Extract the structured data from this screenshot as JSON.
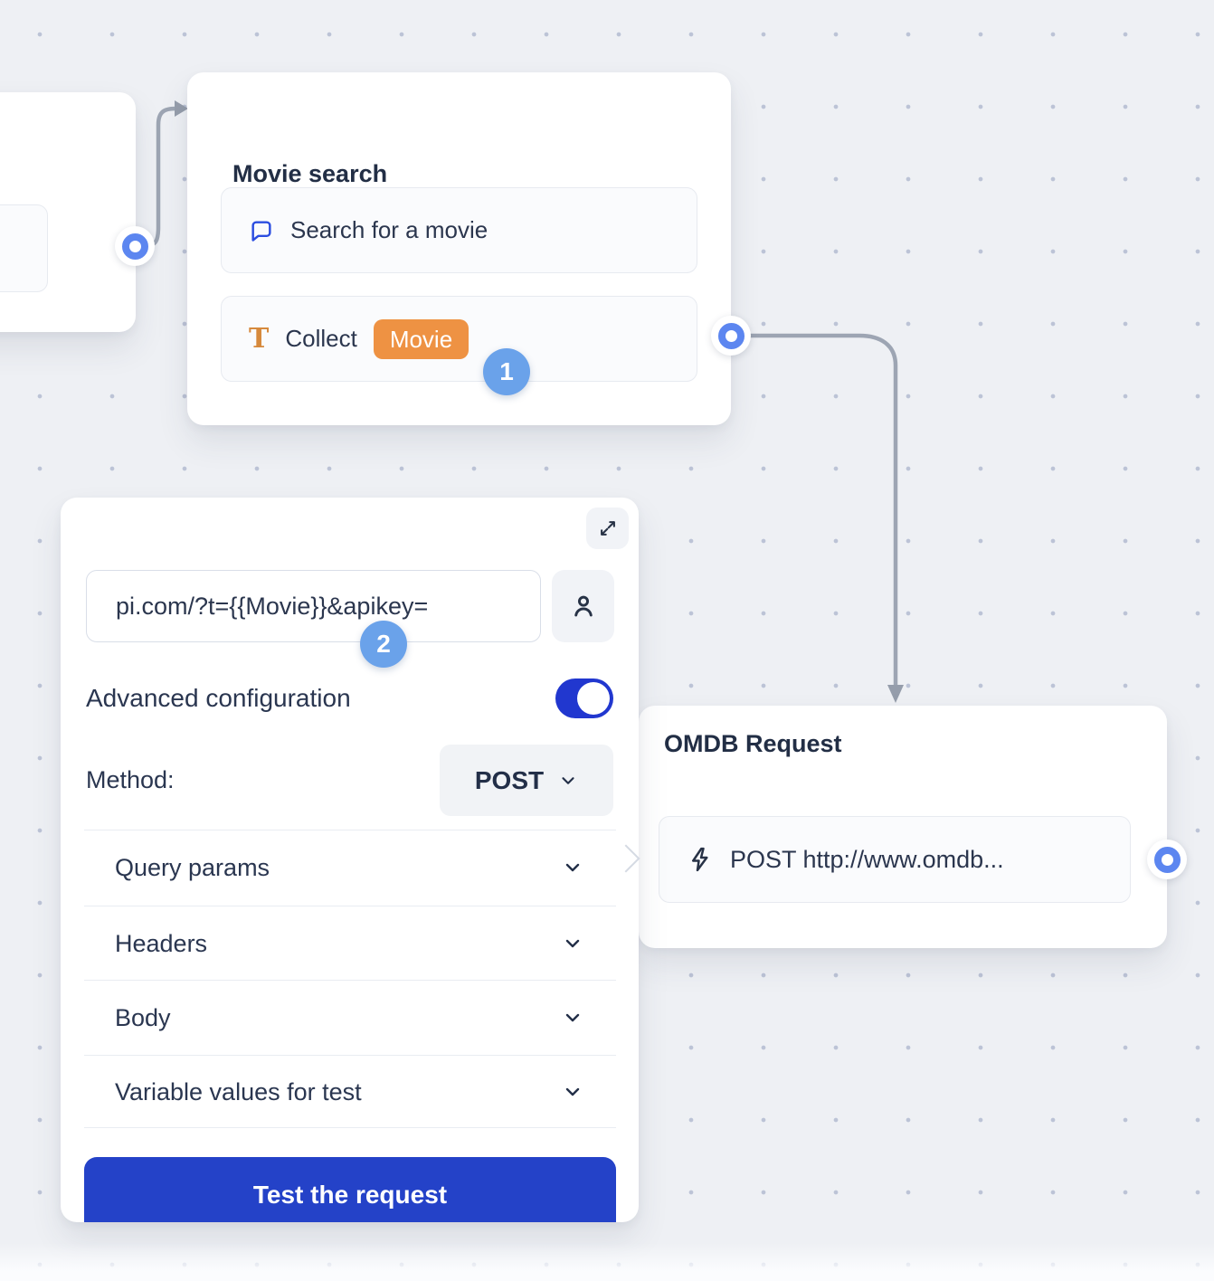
{
  "colors": {
    "canvas_bg": "#eef0f4",
    "primary_button_blue": "#2442c8",
    "toggle_blue": "#2137cf",
    "port_blue": "#5c86f0",
    "step_badge_blue": "#6aa2ea",
    "variable_tag_orange": "#ee9243",
    "text_icon_orange": "#d6893c",
    "chat_bubble_blue": "#2b4de0",
    "connector_gray": "#9da5b3",
    "text_navy": "#26324b"
  },
  "nodes": {
    "movie_search": {
      "title": "Movie search",
      "rows": [
        {
          "icon": "chat-bubble-icon",
          "label": "Search for a movie"
        },
        {
          "icon": "text-input-icon",
          "label": "Collect",
          "tag": "Movie"
        }
      ]
    },
    "omdb_request": {
      "title": "OMDB Request",
      "row": {
        "icon": "lightning-icon",
        "label": "POST http://www.omdb..."
      }
    }
  },
  "config_panel": {
    "url_input_value": "pi.com/?t={{Movie}}&apikey=",
    "advanced_config_label": "Advanced configuration",
    "advanced_config_on": true,
    "method_label": "Method:",
    "method_value": "POST",
    "sections": [
      {
        "label": "Query params"
      },
      {
        "label": "Headers"
      },
      {
        "label": "Body"
      },
      {
        "label": "Variable values for test"
      }
    ],
    "test_button_label": "Test the request"
  },
  "step_badges": [
    {
      "number": "1"
    },
    {
      "number": "2"
    }
  ]
}
